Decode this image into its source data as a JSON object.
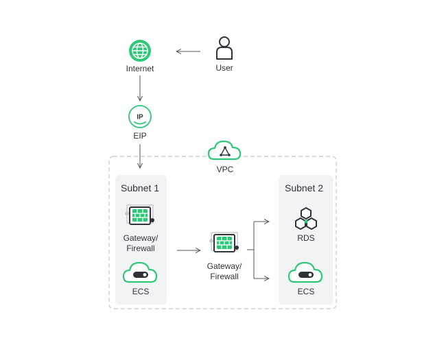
{
  "colors": {
    "accent": "#2fc878",
    "dark": "#2f3338",
    "subnet_bg": "#f2f3f5",
    "vpc_border": "#c8c8c8",
    "arrow": "#555555"
  },
  "nodes": {
    "internet": {
      "label": "Internet",
      "icon": "globe-icon"
    },
    "user": {
      "label": "User",
      "icon": "user-icon"
    },
    "eip": {
      "label": "EIP",
      "icon_text": "IP",
      "icon": "eip-icon"
    },
    "vpc": {
      "label": "VPC",
      "icon": "vpc-cloud-icon"
    },
    "subnet1": {
      "title": "Subnet 1",
      "gateway_label": "Gateway/ Firewall",
      "ecs_label": "ECS"
    },
    "subnet2": {
      "title": "Subnet 2",
      "rds_label": "RDS",
      "ecs_label": "ECS"
    },
    "vpc_gateway": {
      "label": "Gateway/ Firewall",
      "icon": "firewall-icon"
    }
  }
}
